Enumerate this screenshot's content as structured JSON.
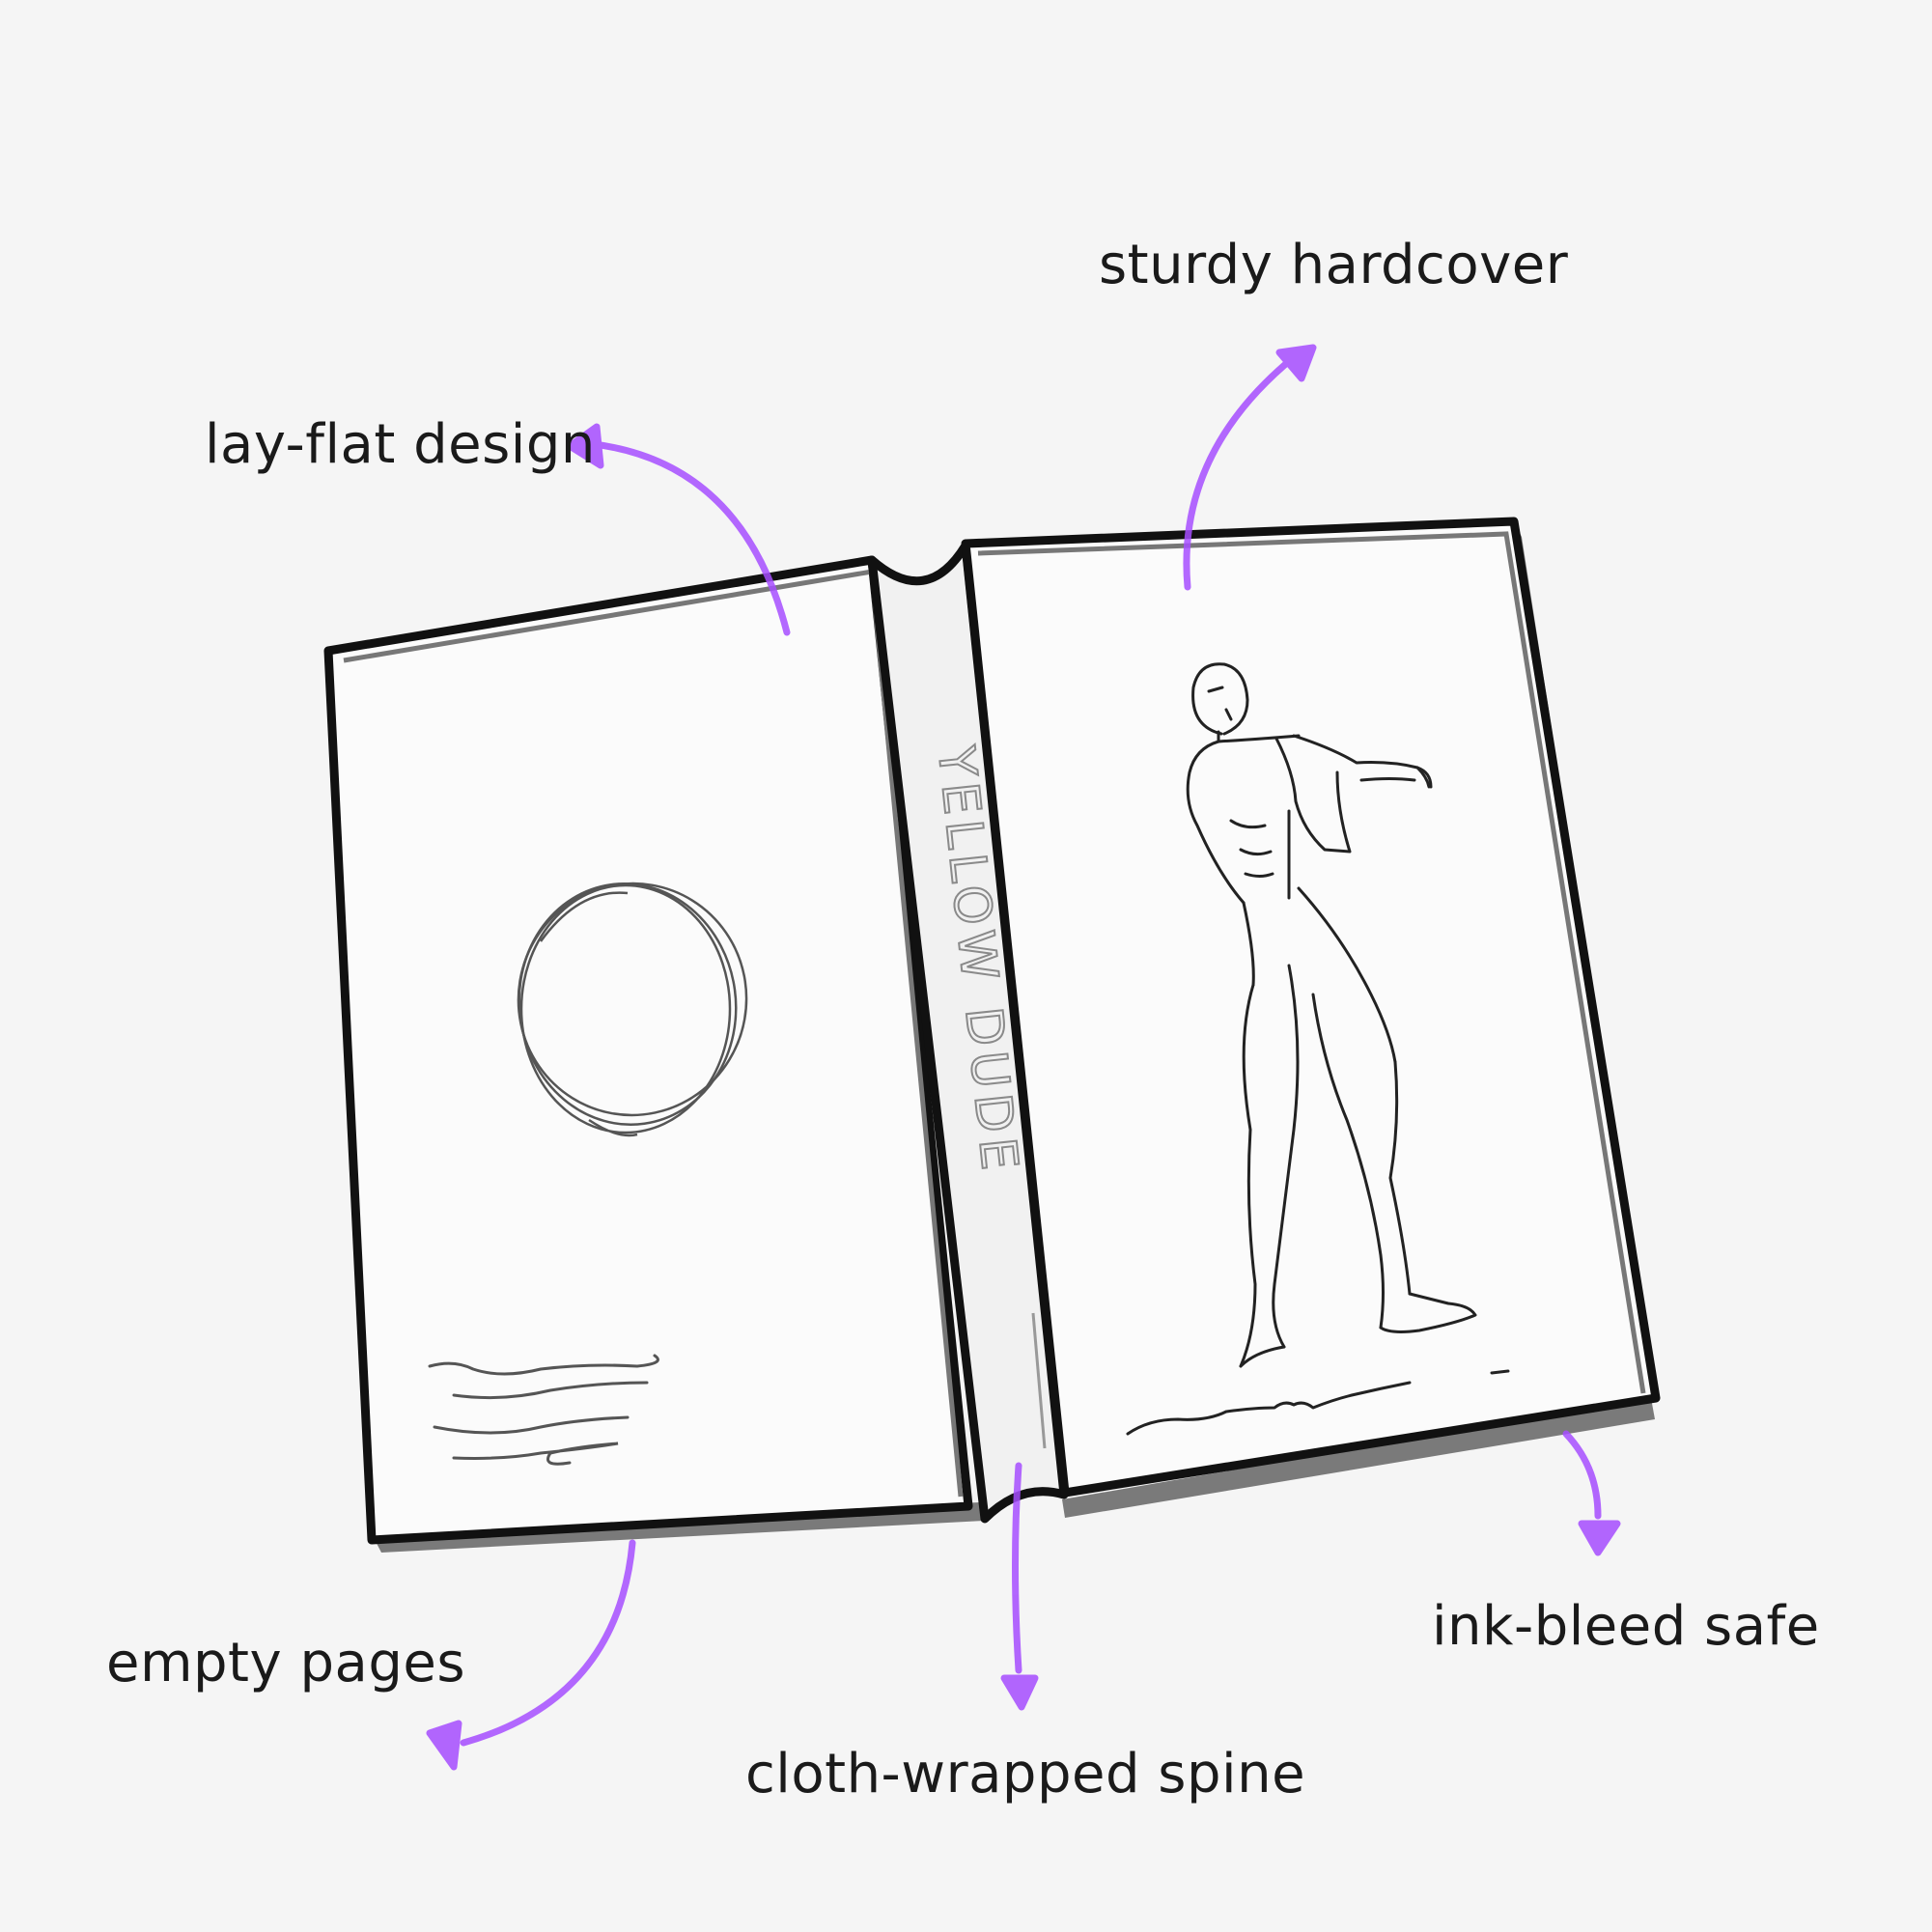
{
  "annotations": {
    "sturdy_hardcover": "sturdy hardcover",
    "lay_flat_design": "lay-flat design",
    "empty_pages": "empty pages",
    "cloth_wrapped_spine": "cloth-wrapped spine",
    "ink_bleed_safe": "ink-bleed safe"
  },
  "spine_text": "YELLOW DUDE",
  "colors": {
    "background": "#f5f5f5",
    "arrow": "#a64dff",
    "outline": "#111111",
    "edge": "#7a7a7a",
    "page": "#fbfbfb",
    "sketch": "#4a4a4a",
    "label_text": "#1a1a1a"
  },
  "icons": {
    "book": "open-sketchbook-illustration",
    "arrows": "hand-drawn-curved-arrow"
  }
}
